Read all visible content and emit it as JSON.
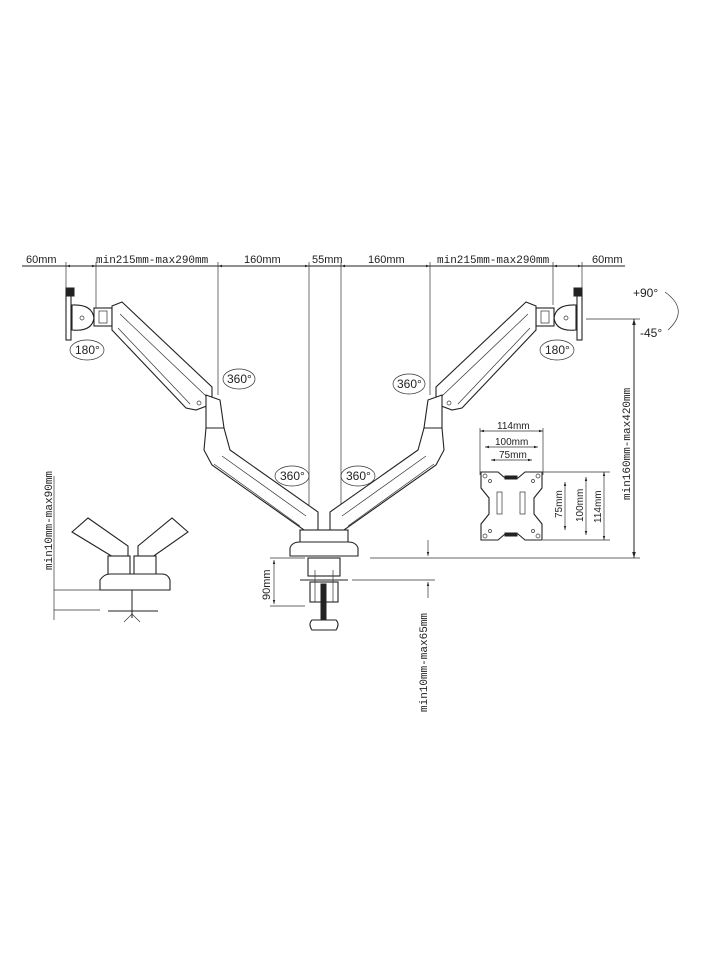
{
  "diagram": {
    "title": "Dual monitor arm dimension drawing",
    "top_dimensions": {
      "left_mount_offset": "60mm",
      "left_arm_reach": "min215mm-max290mm",
      "left_lower_arm": "160mm",
      "center_pole": "55mm",
      "right_lower_arm": "160mm",
      "right_arm_reach": "min215mm-max290mm",
      "right_mount_offset": "60mm"
    },
    "rotation_labels": {
      "left_head_swivel": "180°",
      "right_head_swivel": "180°",
      "left_upper_joint": "360°",
      "right_upper_joint": "360°",
      "left_base_joint": "360°",
      "right_base_joint": "360°"
    },
    "tilt": {
      "up": "+90°",
      "down": "-45°"
    },
    "height_range": "min160mm-max420mm",
    "vesa": {
      "width_labels": [
        "114mm",
        "100mm",
        "75mm"
      ],
      "height_labels": [
        "75mm",
        "100mm",
        "114mm"
      ]
    },
    "clamp": {
      "clamp_height": "90mm",
      "desk_thickness": "min10mm-max65mm"
    },
    "side_view": {
      "desk_thickness": "min10mm-max90mm"
    }
  }
}
